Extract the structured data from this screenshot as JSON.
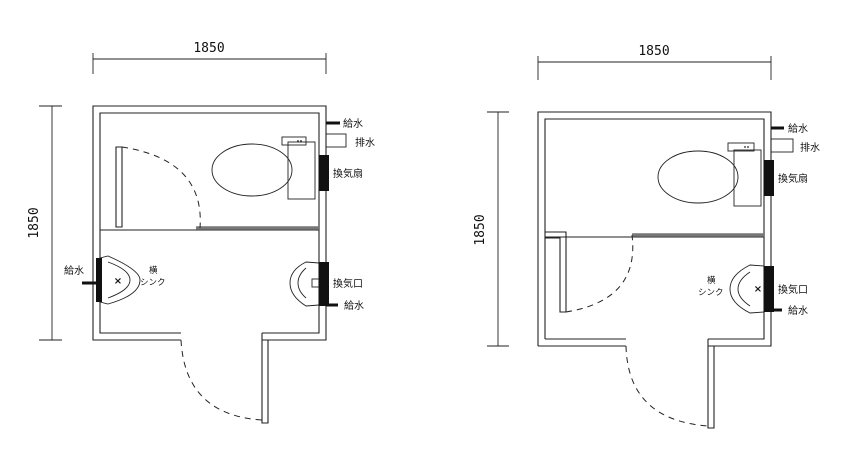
{
  "plans": [
    {
      "width_label": "1850",
      "height_label": "1850",
      "labels": {
        "water_supply_top": "給水",
        "drain": "排水",
        "vent_fan": "換気扇",
        "water_supply_left": "給水",
        "sink_line1": "横",
        "sink_line2": "シンク",
        "vent_port": "換気口",
        "water_supply_bottom": "給水"
      }
    },
    {
      "width_label": "1850",
      "height_label": "1850",
      "labels": {
        "water_supply_top": "給水",
        "drain": "排水",
        "vent_fan": "換気扇",
        "sink_line1": "横",
        "sink_line2": "シンク",
        "vent_port": "換気口",
        "water_supply_bottom": "給水"
      }
    }
  ]
}
